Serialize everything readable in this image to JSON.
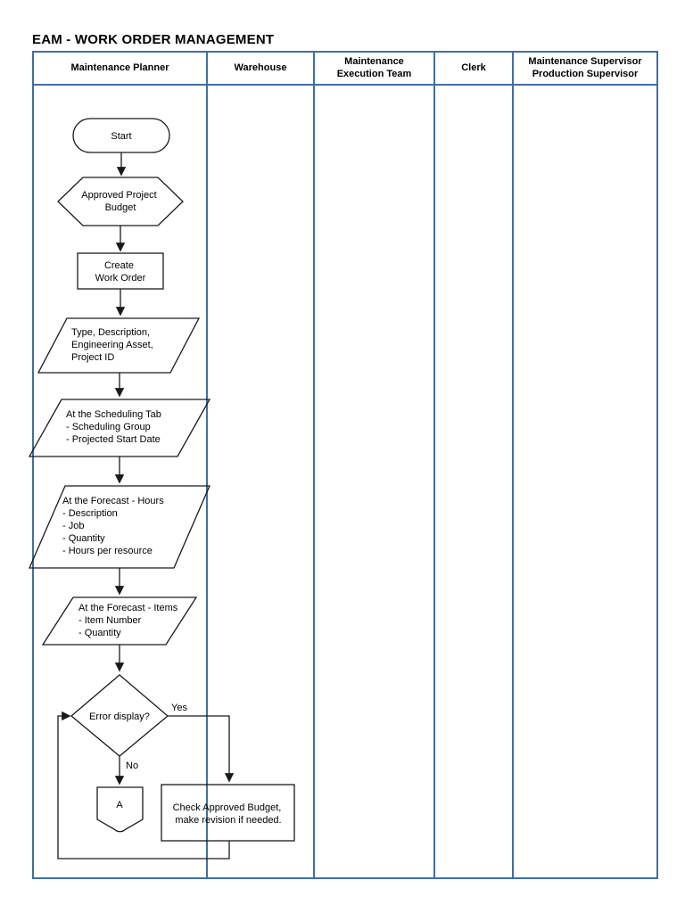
{
  "title": "EAM - WORK ORDER MANAGEMENT",
  "colors": {
    "table_border": "#3f6fa6",
    "shape_stroke": "#1a1a1a",
    "text": "#000000",
    "page_background": "#ffffff"
  },
  "lanes": [
    {
      "label": "Maintenance Planner"
    },
    {
      "label": "Warehouse"
    },
    {
      "label": "Maintenance Execution Team"
    },
    {
      "label": "Clerk"
    },
    {
      "label": "Maintenance Supervisor Production Supervisor"
    }
  ],
  "flowchart": {
    "start": {
      "label": "Start"
    },
    "approved_project_budget": {
      "lines": [
        "Approved Project",
        "Budget"
      ]
    },
    "create_work_order": {
      "lines": [
        "Create",
        "Work Order"
      ]
    },
    "work_order_details": {
      "lines": [
        "Type, Description,",
        "Engineering Asset,",
        "Project ID"
      ]
    },
    "scheduling_tab": {
      "lines": [
        "At the Scheduling Tab",
        "- Scheduling Group",
        "- Projected Start Date"
      ]
    },
    "forecast_hours": {
      "lines": [
        "At the Forecast - Hours",
        "- Description",
        "- Job",
        "- Quantity",
        "- Hours per resource"
      ]
    },
    "forecast_items": {
      "lines": [
        "At the Forecast - Items",
        "- Item Number",
        "- Quantity"
      ]
    },
    "error_display": {
      "label": "Error display?"
    },
    "branch_yes": {
      "label": "Yes"
    },
    "branch_no": {
      "label": "No"
    },
    "offpage_connector": {
      "label": "A"
    },
    "check_approved_budget": {
      "lines": [
        "Check Approved Budget,",
        "make revision if needed."
      ]
    }
  }
}
